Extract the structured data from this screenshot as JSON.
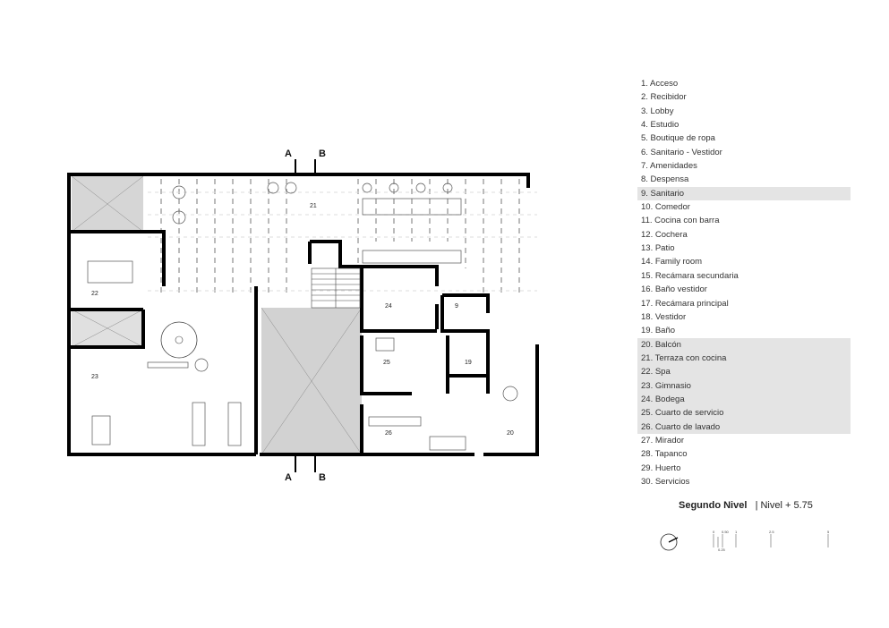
{
  "legend": [
    {
      "label": "1. Acceso",
      "highlight": false
    },
    {
      "label": "2. Recibidor",
      "highlight": false
    },
    {
      "label": "3. Lobby",
      "highlight": false
    },
    {
      "label": "4. Estudio",
      "highlight": false
    },
    {
      "label": "5. Boutique de ropa",
      "highlight": false
    },
    {
      "label": "6. Sanitario - Vestidor",
      "highlight": false
    },
    {
      "label": "7. Amenidades",
      "highlight": false
    },
    {
      "label": "8. Despensa",
      "highlight": false
    },
    {
      "label": "9. Sanitario",
      "highlight": true
    },
    {
      "label": "10. Comedor",
      "highlight": false
    },
    {
      "label": "11. Cocina con barra",
      "highlight": false
    },
    {
      "label": "12. Cochera",
      "highlight": false
    },
    {
      "label": "13. Patio",
      "highlight": false
    },
    {
      "label": "14. Family room",
      "highlight": false
    },
    {
      "label": "15. Recámara secundaria",
      "highlight": false
    },
    {
      "label": "16. Baño vestidor",
      "highlight": false
    },
    {
      "label": "17. Recámara principal",
      "highlight": false
    },
    {
      "label": "18. Vestidor",
      "highlight": false
    },
    {
      "label": "19. Baño",
      "highlight": false
    },
    {
      "label": "20. Balcón",
      "highlight": true
    },
    {
      "label": "21. Terraza con cocina",
      "highlight": true
    },
    {
      "label": "22. Spa",
      "highlight": true
    },
    {
      "label": "23. Gimnasio",
      "highlight": true
    },
    {
      "label": "24. Bodega",
      "highlight": true
    },
    {
      "label": "25. Cuarto de servicio",
      "highlight": true
    },
    {
      "label": "26. Cuarto de lavado",
      "highlight": true
    },
    {
      "label": "27. Mirador",
      "highlight": false
    },
    {
      "label": "28. Tapanco",
      "highlight": false
    },
    {
      "label": "29. Huerto",
      "highlight": false
    },
    {
      "label": "30. Servicios",
      "highlight": false
    }
  ],
  "title": {
    "level": "Segundo Nivel",
    "elevation": "| Nivel + 5.75"
  },
  "sections": {
    "a": "A",
    "b": "B"
  },
  "rooms": {
    "r21": "21",
    "r22": "22",
    "r23": "23",
    "r24": "24",
    "r9": "9",
    "r25": "25",
    "r19": "19",
    "r26": "26",
    "r20": "20"
  },
  "scale": {
    "s0": "0",
    "s025": "0.25",
    "s050": "0.50",
    "s1": "1",
    "s25": "2.5",
    "s5": "5"
  }
}
